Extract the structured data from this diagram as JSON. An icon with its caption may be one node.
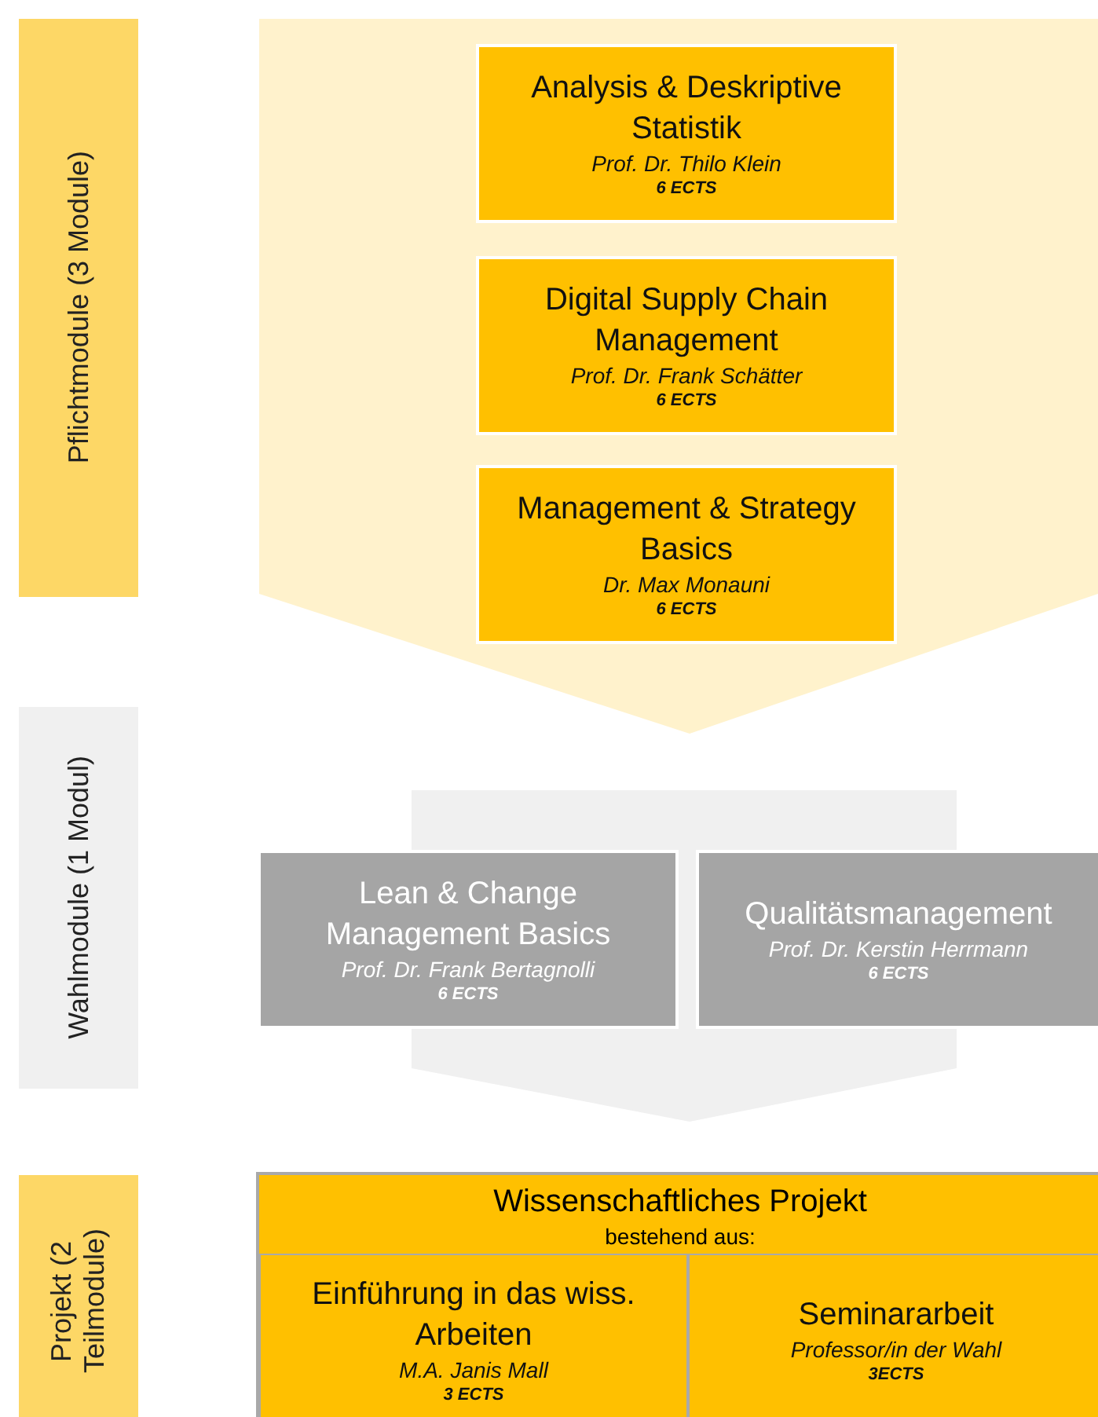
{
  "diagram": {
    "nodes": [
      {
        "text": [
          "Pflichtmodule (3 Module)"
        ]
      },
      {
        "text": [
          "Analysis & Deskriptive Statistik",
          "Prof. Dr. Thilo Klein",
          "6 ECTS"
        ]
      },
      {
        "text": [
          "Digital Supply Chain Management",
          "Prof. Dr. Frank Schätter",
          "6 ECTS"
        ]
      },
      {
        "text": [
          "Management & Strategy Basics",
          "Dr. Max Monauni",
          "6 ECTS"
        ]
      },
      {
        "text": [
          "Wahlmodule (1 Modul)"
        ]
      },
      {
        "text": [
          "Lean & Change Management Basics",
          "Prof. Dr. Frank Bertagnolli",
          "6 ECTS"
        ]
      },
      {
        "text": [
          "Qualitätsmanagement",
          "Prof. Dr. Kerstin Herrmann",
          "6 ECTS"
        ]
      },
      {
        "text": [
          "Projekt (2 Teilmodule)"
        ]
      },
      {
        "text": [
          "Wissenschaftliches Projekt",
          "bestehend aus:"
        ]
      },
      {
        "text": [
          "Einführung in das wiss. Arbeiten",
          "M.A. Janis Mall",
          "3 ECTS"
        ],
        "in": 8
      },
      {
        "text": [
          "Seminararbeit",
          "Professor/in der Wahl",
          "3ECTS"
        ],
        "in": 8
      }
    ],
    "edges": []
  }
}
